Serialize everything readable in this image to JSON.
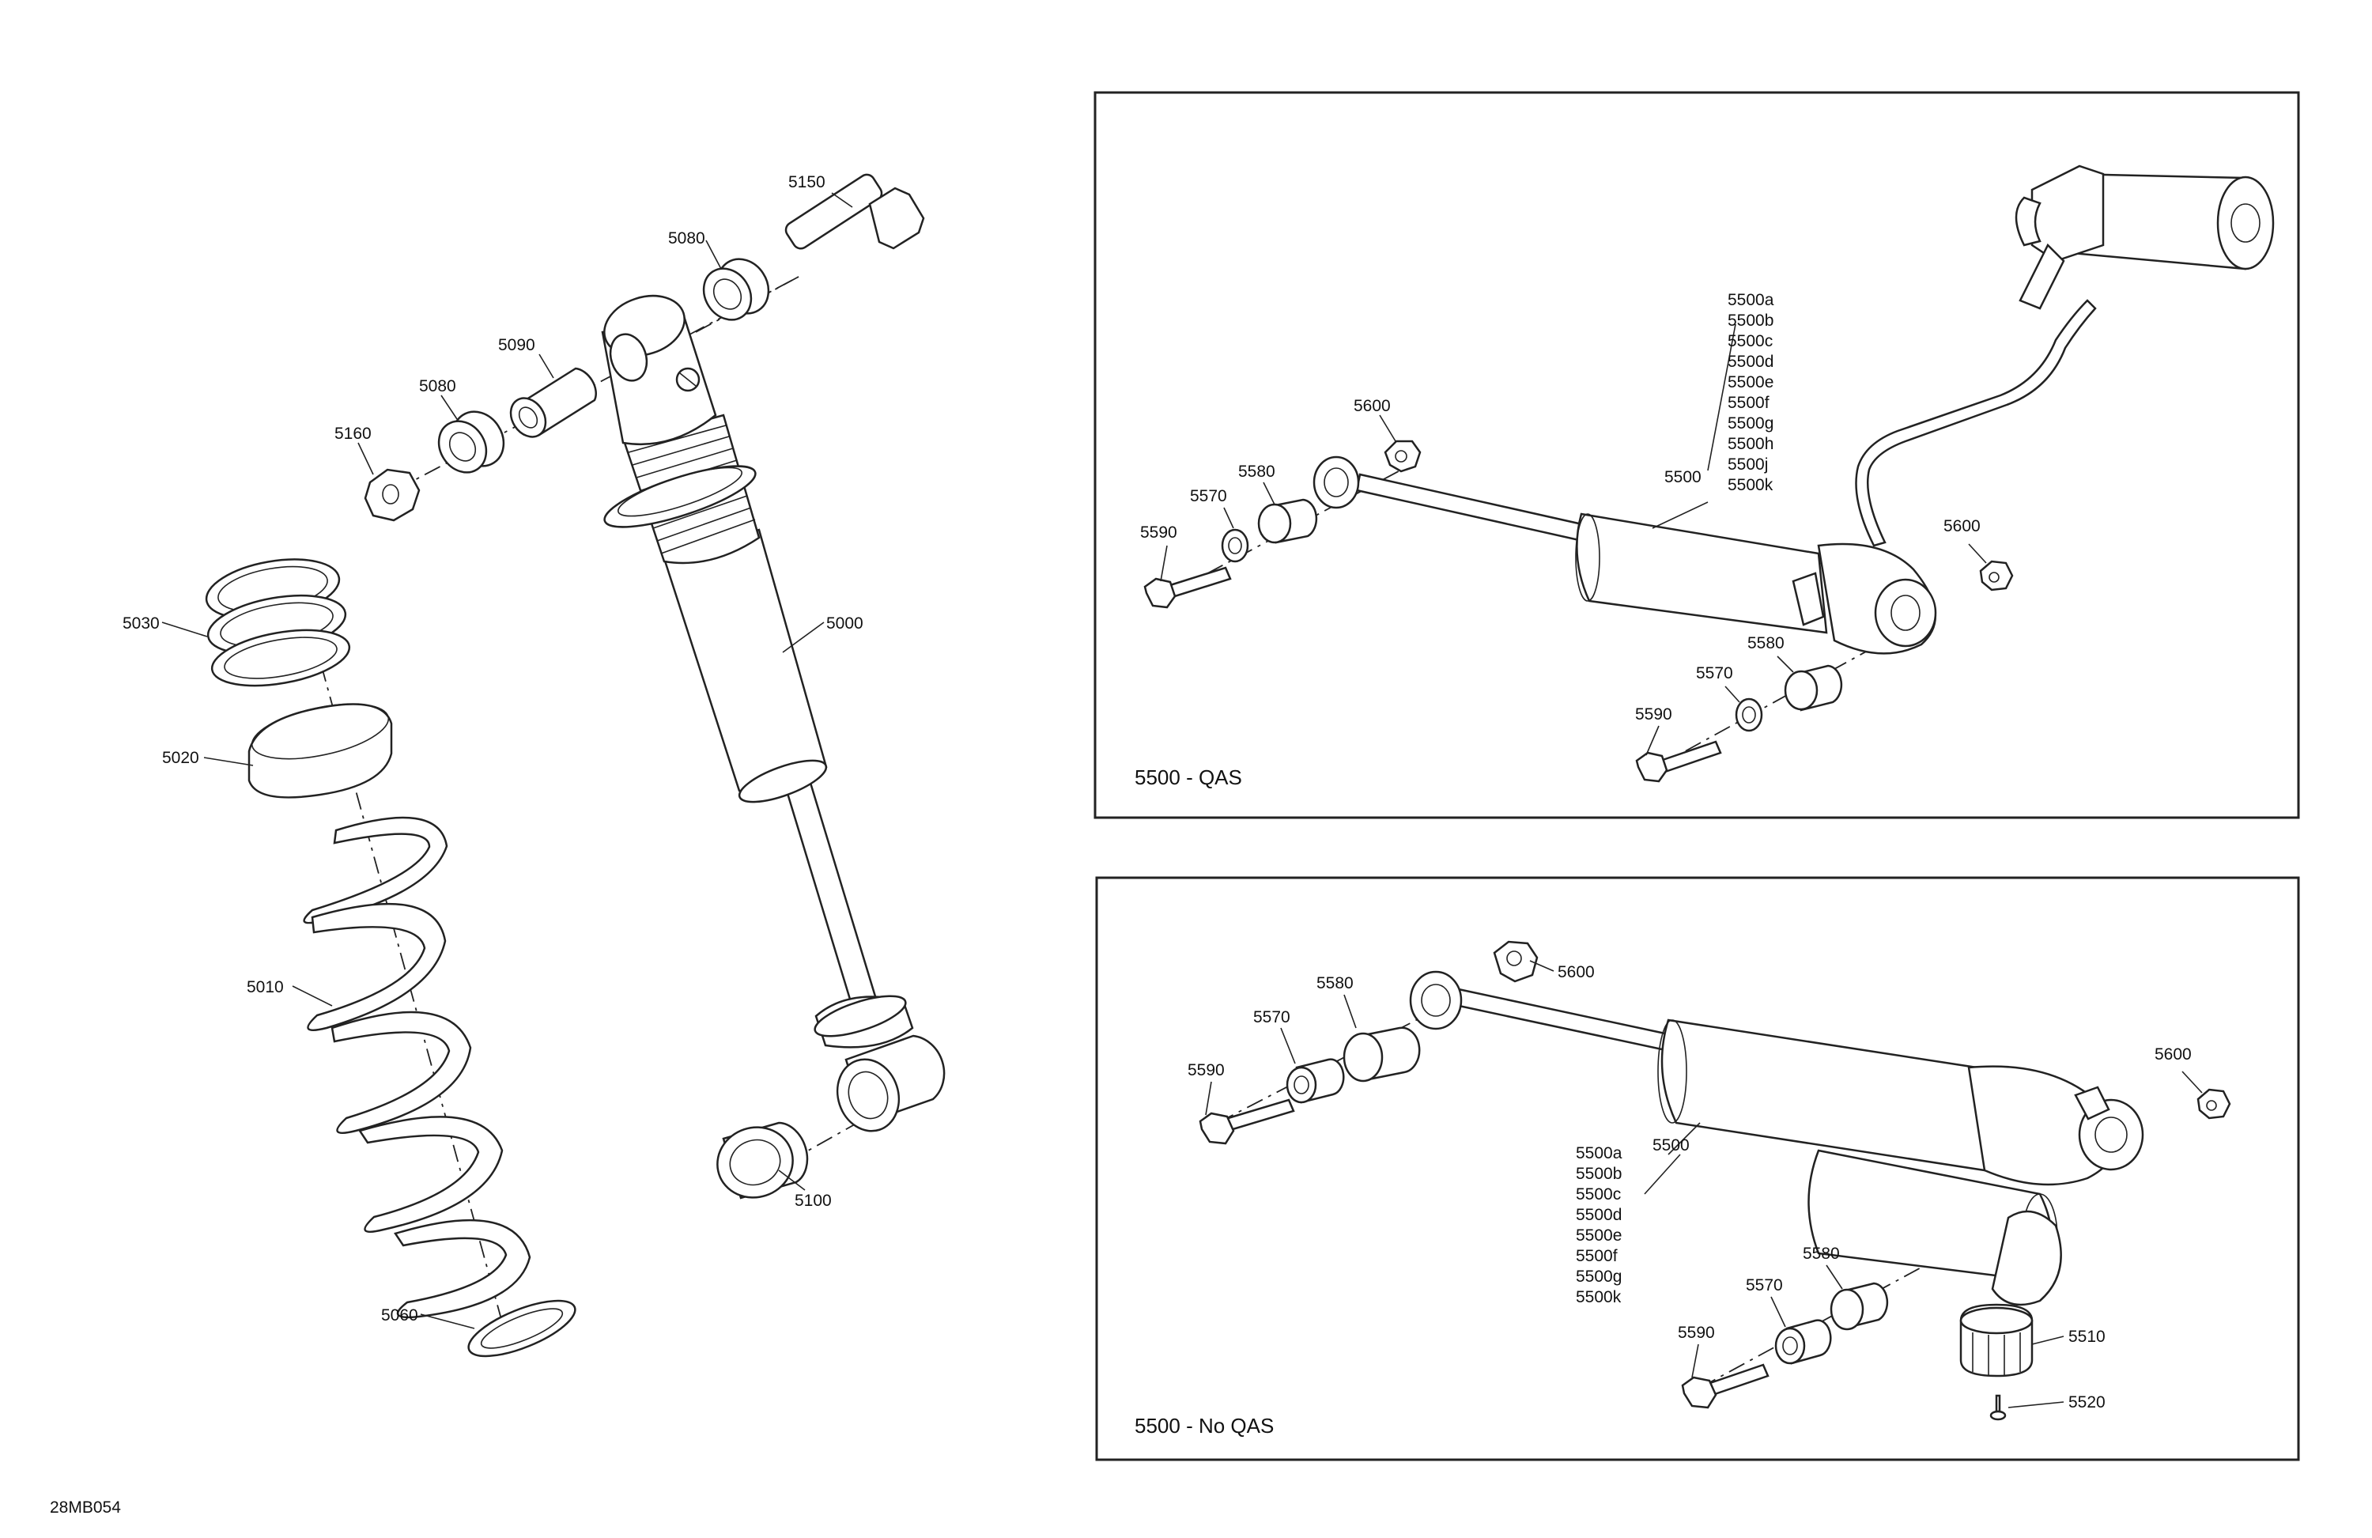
{
  "drawing_code": "28MB054",
  "shock": {
    "parts": {
      "p5150": "5150",
      "p5080a": "5080",
      "p5090": "5090",
      "p5080b": "5080",
      "p5160": "5160",
      "p5030": "5030",
      "p5000": "5000",
      "p5020": "5020",
      "p5010": "5010",
      "p5100": "5100",
      "p5060": "5060"
    }
  },
  "panel_qas": {
    "caption": "5500 - QAS",
    "parts": {
      "p5600a": "5600",
      "p5580a": "5580",
      "p5570a": "5570",
      "p5590a": "5590",
      "p5500": "5500",
      "p5600b": "5600",
      "p5580b": "5580",
      "p5570b": "5570",
      "p5590b": "5590"
    },
    "variants": [
      "5500a",
      "5500b",
      "5500c",
      "5500d",
      "5500e",
      "5500f",
      "5500g",
      "5500h",
      "5500j",
      "5500k"
    ]
  },
  "panel_noqas": {
    "caption": "5500 - No QAS",
    "parts": {
      "p5600a": "5600",
      "p5580a": "5580",
      "p5570a": "5570",
      "p5590a": "5590",
      "p5500": "5500",
      "p5600b": "5600",
      "p5580b": "5580",
      "p5570b": "5570",
      "p5590b": "5590",
      "p5510": "5510",
      "p5520": "5520"
    },
    "variants": [
      "5500a",
      "5500b",
      "5500c",
      "5500d",
      "5500e",
      "5500f",
      "5500g",
      "5500k"
    ]
  }
}
